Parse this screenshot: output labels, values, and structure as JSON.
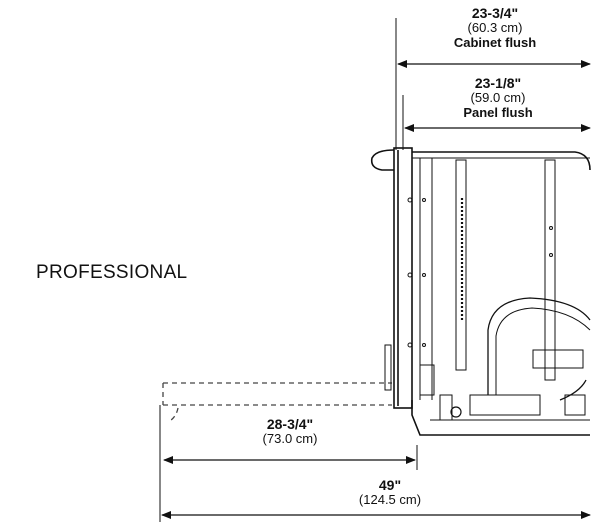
{
  "title": "PROFESSIONAL",
  "dimensions": {
    "cabinet": {
      "imperial": "23-3/4\"",
      "metric": "(60.3 cm)",
      "caption": "Cabinet flush"
    },
    "panel": {
      "imperial": "23-1/8\"",
      "metric": "(59.0 cm)",
      "caption": "Panel flush"
    },
    "door": {
      "imperial": "28-3/4\"",
      "metric": "(73.0 cm)"
    },
    "overall": {
      "imperial": "49\"",
      "metric": "(124.5 cm)"
    }
  },
  "colors": {
    "line": "#111111",
    "dashed": "#444444"
  }
}
